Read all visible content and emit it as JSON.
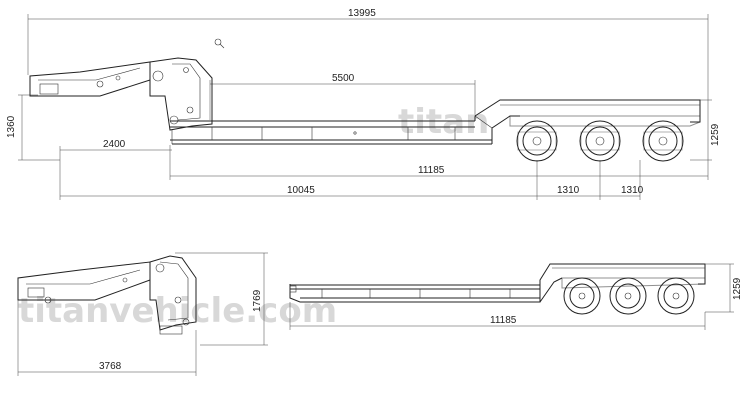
{
  "watermark": {
    "upper": "titan",
    "lower": "titanvehicle.com"
  },
  "dimensions": {
    "overall_length": "13995",
    "deck_length": "5500",
    "gooseneck_height": "1360",
    "rear_height_top": "1259",
    "gooseneck_to_deck": "2400",
    "main_length": "11185",
    "kingpin_to_axle": "10045",
    "axle_spacing_1": "1310",
    "axle_spacing_2": "1310",
    "gooseneck_width": "3768",
    "front_height": "1769",
    "lower_length": "11185",
    "lower_rear_height": "1259"
  }
}
